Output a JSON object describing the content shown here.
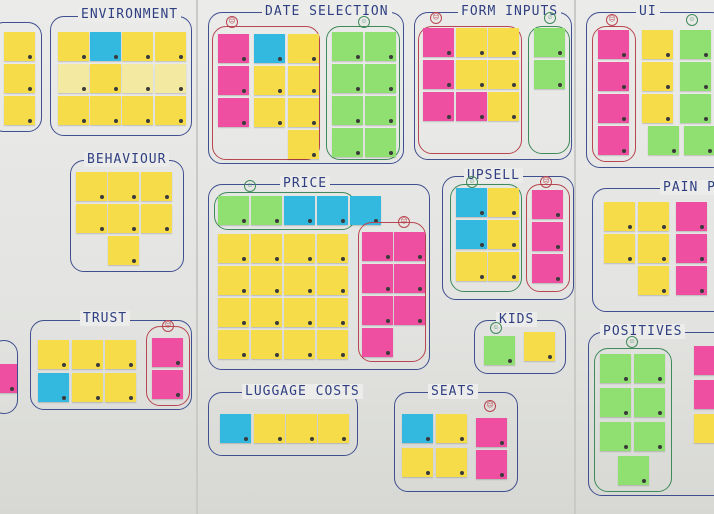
{
  "board": {
    "titles": {
      "environment": "ENVIRONMENT",
      "date_selection": "DATE SELECTION",
      "form_inputs": "FORM INPUTS",
      "ui": "UI",
      "behaviour": "BEHAVIOUR",
      "price": "PRICE",
      "upsell": "UPSELL",
      "pain_points": "PAIN P",
      "trust": "TRUST",
      "kids": "KIDS",
      "positives": "POSITIVES",
      "luggage_costs": "LUGGAGE COSTS",
      "seats": "SEATS"
    },
    "faces": {
      "happy": "☺",
      "sad": "☹"
    },
    "colors": {
      "yellow": "#f7dc4a",
      "pink": "#ef4fa0",
      "green": "#8fe070",
      "blue": "#33b8e0",
      "cream": "#f4e9a0",
      "marker_blue": "#3f4f8f",
      "marker_green": "#3f8a5a",
      "marker_red": "#b8454f"
    }
  }
}
